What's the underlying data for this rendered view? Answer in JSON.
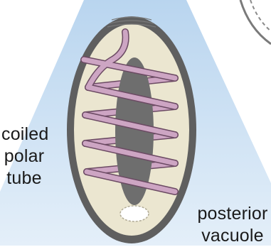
{
  "labels": {
    "coiled_polar_tube": [
      "coiled",
      "polar",
      "tube"
    ],
    "posterior_vacuole": [
      "posterior",
      "vacuole"
    ]
  },
  "colors": {
    "background_wedge": "#c9dff2",
    "spore_wall": "#5f5f5f",
    "spore_interior": "#ebe6d0",
    "nucleus": "#6e6e6e",
    "polar_tube": "#cda5c3",
    "polar_tube_outline": "#6b4a63",
    "vacuole": "#ffffff"
  }
}
